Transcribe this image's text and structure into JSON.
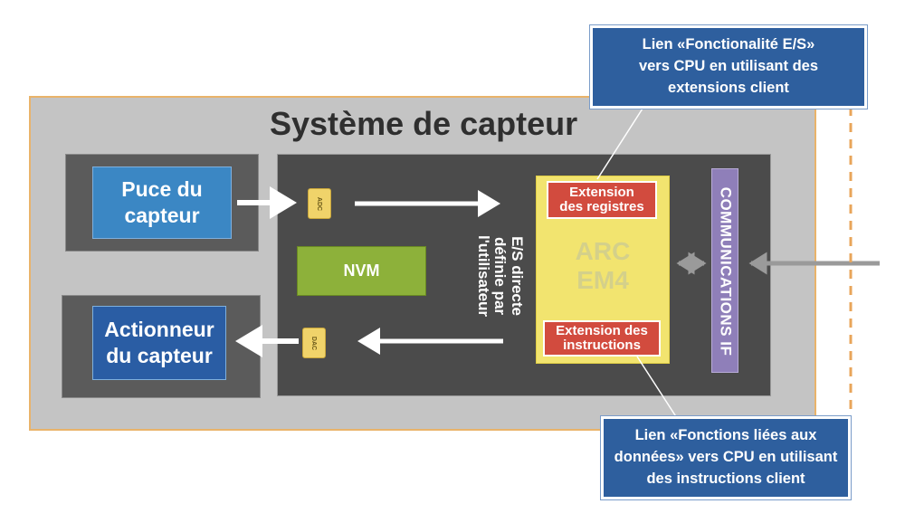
{
  "diagram": {
    "system_title": "Système de capteur",
    "sensor_chip": "Puce du capteur",
    "actuator": "Actionneur du capteur",
    "adc": "ADC",
    "dac": "DAC",
    "nvm": "NVM",
    "user_io": "E/S directe définie par l'utilisateur",
    "core_line1": "ARC",
    "core_line2": "EM4",
    "register_extension": "Extension des registres",
    "instruction_extension": "Extension des instructions",
    "communications": "COMMUNICATIONS IF",
    "callout_top": "Lien «Fonctionalité E/S» vers CPU en utilisant des extensions client",
    "callout_bottom": "Lien «Fonctions liées aux données» vers CPU en utilisant des instructions client"
  },
  "colors": {
    "outer_fill": "#c4c4c4",
    "outer_border": "#e9b36a",
    "inner_fill": "#4b4b4b",
    "sensor_blue": "#3b87c4",
    "actuator_blue": "#2a5da4",
    "nvm_green": "#8db13a",
    "arc_yellow": "#f2e46f",
    "extension_red": "#d24b3e",
    "comm_purple": "#8f7fb9",
    "callout_blue": "#2e5f9e",
    "dashed_orange": "#e8a55a"
  }
}
